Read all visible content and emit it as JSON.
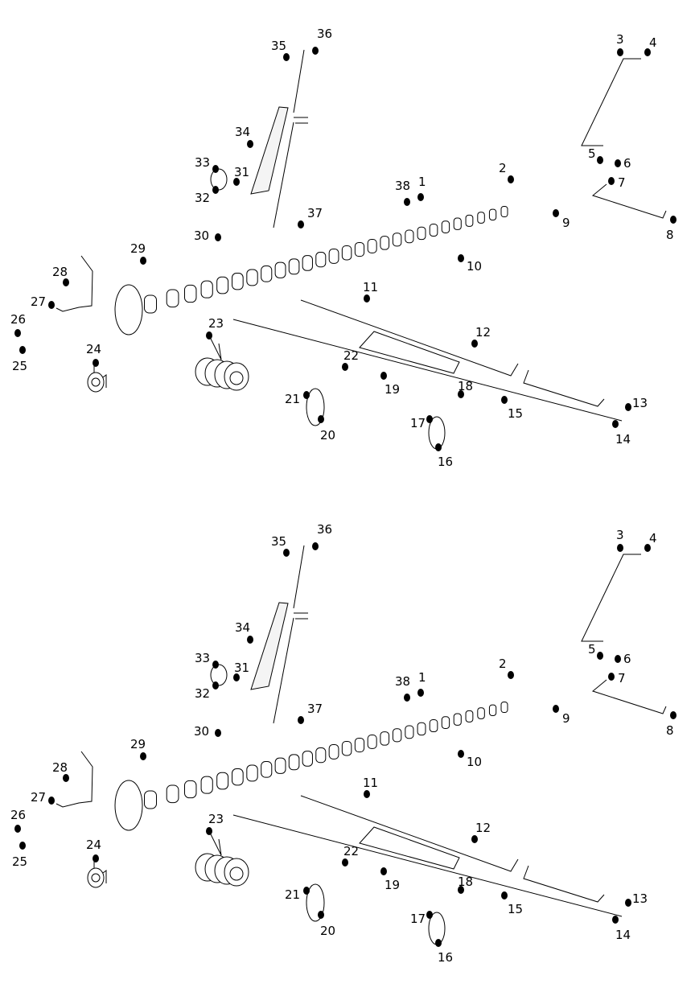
{
  "puzzle": {
    "copies": 2,
    "dots": [
      "1",
      "2",
      "3",
      "4",
      "5",
      "6",
      "7",
      "8",
      "9",
      "10",
      "11",
      "12",
      "13",
      "14",
      "15",
      "16",
      "17",
      "18",
      "19",
      "20",
      "21",
      "22",
      "23",
      "24",
      "25",
      "26",
      "27",
      "28",
      "29",
      "30",
      "31",
      "32",
      "33",
      "34",
      "35",
      "36",
      "37",
      "38"
    ]
  },
  "colors": {
    "ink": "#000000",
    "background": "#ffffff"
  }
}
